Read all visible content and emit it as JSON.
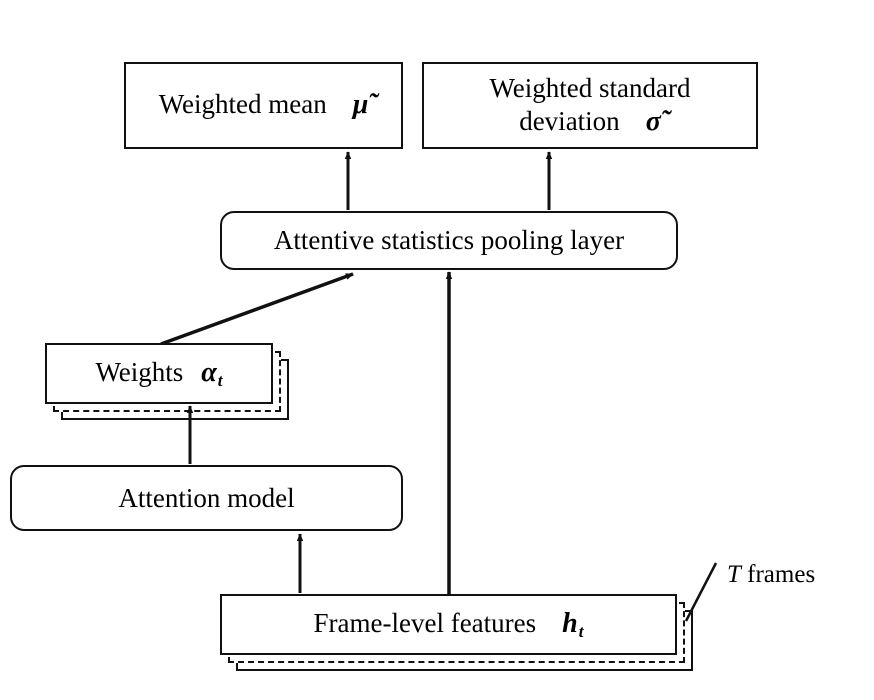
{
  "figure": {
    "type": "block-diagram",
    "title": "Attentive statistics pooling architecture",
    "background_color": "#ffffff",
    "line_color": "#111111"
  },
  "nodes": {
    "weighted_mean": {
      "text": "Weighted mean",
      "symbol": "μ̃",
      "symbol_name": "mu-tilde",
      "shape": "rectangle"
    },
    "weighted_std": {
      "text_line1": "Weighted standard",
      "text_line2": "deviation",
      "symbol": "σ̃",
      "symbol_name": "sigma-tilde",
      "shape": "rectangle"
    },
    "pooling_layer": {
      "text": "Attentive statistics pooling layer",
      "shape": "rounded-rectangle"
    },
    "weights": {
      "text": "Weights",
      "symbol": "α",
      "subscript": "t",
      "symbol_name": "alpha-t",
      "shape": "stacked-rectangle",
      "stack_layers": 3
    },
    "attention_model": {
      "text": "Attention model",
      "shape": "rounded-rectangle"
    },
    "frame_features": {
      "text": "Frame-level features",
      "symbol": "h",
      "subscript": "t",
      "symbol_name": "h-t",
      "shape": "stacked-rectangle",
      "stack_layers": 3
    }
  },
  "annotations": {
    "frames_label": {
      "italic_part": "T",
      "rest": " frames"
    }
  },
  "edges": [
    {
      "id": "pooling-to-mean",
      "from": "pooling_layer",
      "to": "weighted_mean",
      "style": "solid-arrow"
    },
    {
      "id": "pooling-to-std",
      "from": "pooling_layer",
      "to": "weighted_std",
      "style": "solid-arrow"
    },
    {
      "id": "weights-to-pooling",
      "from": "weights",
      "to": "pooling_layer",
      "style": "solid-arrow-diagonal"
    },
    {
      "id": "frames-to-pooling",
      "from": "frame_features",
      "to": "pooling_layer",
      "style": "solid-arrow"
    },
    {
      "id": "attention-to-weights",
      "from": "attention_model",
      "to": "weights",
      "style": "solid-arrow"
    },
    {
      "id": "frames-to-attention",
      "from": "frame_features",
      "to": "attention_model",
      "style": "solid-arrow"
    }
  ]
}
